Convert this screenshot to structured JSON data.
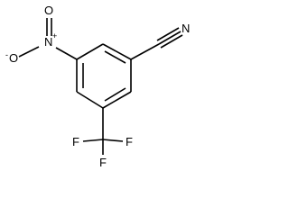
{
  "molecule": {
    "atom_labels": {
      "nitro_oxygen_top": "O",
      "nitro_nitrogen": "N",
      "nitro_nitrogen_charge": "+",
      "nitro_oxygen_left": "O",
      "nitro_oxygen_left_charge": "-",
      "nitrile_nitrogen": "N",
      "fluorine_left": "F",
      "fluorine_right": "F",
      "fluorine_bottom": "F"
    },
    "colors": {
      "bond": "#000000",
      "label": "#000000",
      "background": "#ffffff"
    }
  }
}
